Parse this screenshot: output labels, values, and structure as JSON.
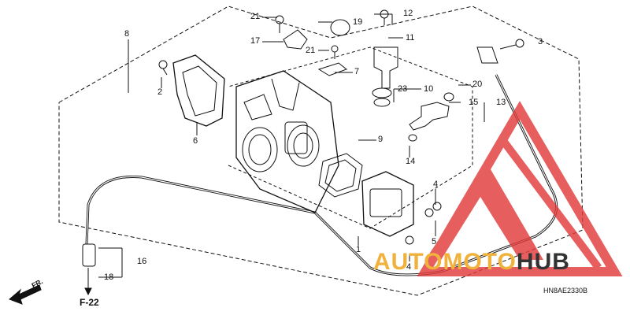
{
  "diagram": {
    "code": "HN8AE2330B",
    "figure_ref": "F-22",
    "front_marker": "FR.",
    "part_labels": [
      "21",
      "19",
      "12",
      "11",
      "3",
      "8",
      "17",
      "21",
      "7",
      "2",
      "23",
      "10",
      "20",
      "15",
      "13",
      "6",
      "9",
      "14",
      "4",
      "5",
      "1",
      "4",
      "16",
      "18"
    ]
  },
  "watermark": {
    "text_a": "AUTO",
    "text_b": "MOTO",
    "text_c": "HUB",
    "color_main": "#f0b23c",
    "color_accent": "#e23b3b",
    "color_dark": "#333333"
  }
}
